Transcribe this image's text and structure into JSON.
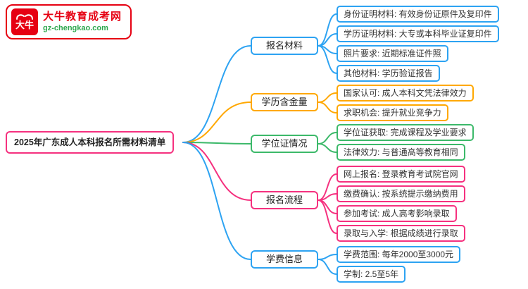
{
  "logo": {
    "brand_mark": "大牛",
    "brand_name": "大牛教育成考网",
    "domain": "gz-chengkao.com",
    "brand_color": "#e60012",
    "domain_color": "#2fa84f"
  },
  "colors": {
    "blue": "#2da3f2",
    "orange": "#ffa800",
    "green": "#3cb96a",
    "pink": "#f5317f"
  },
  "mindmap": {
    "root": {
      "label": "2025年广东成人本科报名所需材料清单",
      "border_color": "#f5317f"
    },
    "branches": [
      {
        "label": "报名材料",
        "color": "#2da3f2",
        "children": [
          "身份证明材料: 有效身份证原件及复印件",
          "学历证明材料: 大专或本科毕业证复印件",
          "照片要求: 近期标准证件照",
          "其他材料: 学历验证报告"
        ]
      },
      {
        "label": "学历含金量",
        "color": "#ffa800",
        "children": [
          "国家认可: 成人本科文凭法律效力",
          "求职机会: 提升就业竞争力"
        ]
      },
      {
        "label": "学位证情况",
        "color": "#3cb96a",
        "children": [
          "学位证获取: 完成课程及学业要求",
          "法律效力: 与普通高等教育相同"
        ]
      },
      {
        "label": "报名流程",
        "color": "#f5317f",
        "children": [
          "网上报名: 登录教育考试院官网",
          "缴费确认: 按系统提示缴纳费用",
          "参加考试: 成人高考影响录取",
          "录取与入学: 根据成绩进行录取"
        ]
      },
      {
        "label": "学费信息",
        "color": "#2da3f2",
        "children": [
          "学费范围: 每年2000至3000元",
          "学制: 2.5至5年"
        ]
      }
    ]
  }
}
